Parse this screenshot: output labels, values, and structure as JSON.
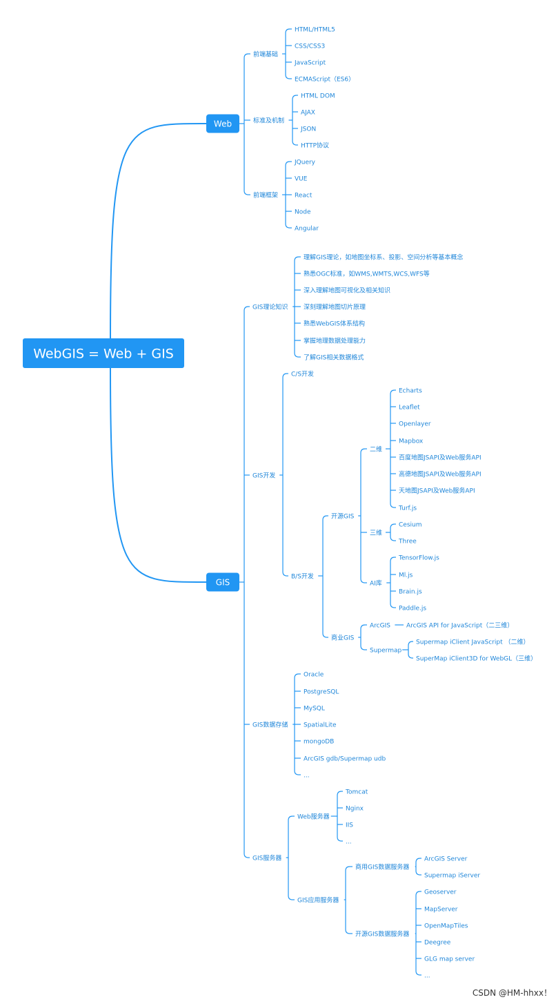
{
  "root": "WebGIS = Web + GIS",
  "branches": [
    {
      "label": "Web",
      "children": [
        {
          "label": "前端基础",
          "children": [
            {
              "label": "HTML/HTML5"
            },
            {
              "label": "CSS/CSS3"
            },
            {
              "label": "JavaScript"
            },
            {
              "label": "ECMAScript（ES6）"
            }
          ]
        },
        {
          "label": "标准及机制",
          "children": [
            {
              "label": "HTML DOM"
            },
            {
              "label": "AJAX"
            },
            {
              "label": "JSON"
            },
            {
              "label": "HTTP协议"
            }
          ]
        },
        {
          "label": "前端框架",
          "children": [
            {
              "label": "JQuery"
            },
            {
              "label": "VUE"
            },
            {
              "label": "React"
            },
            {
              "label": "Node"
            },
            {
              "label": "Angular"
            }
          ]
        }
      ]
    },
    {
      "label": "GIS",
      "children": [
        {
          "label": "GIS理论知识",
          "children": [
            {
              "label": "理解GIS理论，如地图坐标系、投影、空间分析等基本概念"
            },
            {
              "label": "熟悉OGC标准，如WMS,WMTS,WCS,WFS等"
            },
            {
              "label": "深入理解地图可视化及相关知识"
            },
            {
              "label": "深刻理解地图切片原理"
            },
            {
              "label": "熟悉WebGIS体系结构"
            },
            {
              "label": "掌握地理数据处理能力"
            },
            {
              "label": "了解GIS相关数据格式"
            }
          ]
        },
        {
          "label": "GIS开发",
          "children": [
            {
              "label": "C/S开发"
            },
            {
              "label": "B/S开发",
              "children": [
                {
                  "label": "开源GIS",
                  "children": [
                    {
                      "label": "二维",
                      "children": [
                        {
                          "label": "Echarts"
                        },
                        {
                          "label": "Leaflet"
                        },
                        {
                          "label": "Openlayer"
                        },
                        {
                          "label": "Mapbox"
                        },
                        {
                          "label": "百度地图JSAPI及Web服务API"
                        },
                        {
                          "label": "高德地图JSAPI及Web服务API"
                        },
                        {
                          "label": "天地图JSAPI及Web服务API"
                        },
                        {
                          "label": "Turf.js"
                        }
                      ]
                    },
                    {
                      "label": "三维",
                      "children": [
                        {
                          "label": "Cesium"
                        },
                        {
                          "label": "Three"
                        }
                      ]
                    },
                    {
                      "label": "AI库",
                      "children": [
                        {
                          "label": "TensorFlow.js"
                        },
                        {
                          "label": "Ml.js"
                        },
                        {
                          "label": "Brain.js"
                        },
                        {
                          "label": "Paddle.js"
                        }
                      ]
                    }
                  ]
                },
                {
                  "label": "商业GIS",
                  "children": [
                    {
                      "label": "ArcGIS",
                      "children": [
                        {
                          "label": "ArcGIS API for JavaScript（二三维）"
                        }
                      ]
                    },
                    {
                      "label": "Supermap",
                      "children": [
                        {
                          "label": "Supermap  iClient JavaScript （二维）"
                        },
                        {
                          "label": "SuperMap iClient3D for WebGL（三维）"
                        }
                      ]
                    }
                  ]
                }
              ]
            }
          ]
        },
        {
          "label": "GIS数据存储",
          "children": [
            {
              "label": "Oracle"
            },
            {
              "label": "PostgreSQL"
            },
            {
              "label": "MySQL"
            },
            {
              "label": "SpatialLite"
            },
            {
              "label": "mongoDB"
            },
            {
              "label": "ArcGIS gdb/Supermap udb"
            },
            {
              "label": "..."
            }
          ]
        },
        {
          "label": "GIS服务器",
          "children": [
            {
              "label": "Web服务器",
              "children": [
                {
                  "label": "Tomcat"
                },
                {
                  "label": "Nginx"
                },
                {
                  "label": "IIS"
                },
                {
                  "label": "..."
                }
              ]
            },
            {
              "label": "GIS应用服务器",
              "children": [
                {
                  "label": "商用GIS数据服务器",
                  "children": [
                    {
                      "label": "ArcGIS Server"
                    },
                    {
                      "label": "Supermap iServer"
                    }
                  ]
                },
                {
                  "label": "开源GIS数据服务器",
                  "children": [
                    {
                      "label": "Geoserver"
                    },
                    {
                      "label": "MapServer"
                    },
                    {
                      "label": "OpenMapTiles"
                    },
                    {
                      "label": "Deegree"
                    },
                    {
                      "label": "GLG map server"
                    },
                    {
                      "label": "..."
                    }
                  ]
                }
              ]
            }
          ]
        }
      ]
    }
  ],
  "watermark": "CSDN @HM-hhxx！",
  "colors": {
    "accent": "#2196f3",
    "text": "#1f86d9"
  }
}
